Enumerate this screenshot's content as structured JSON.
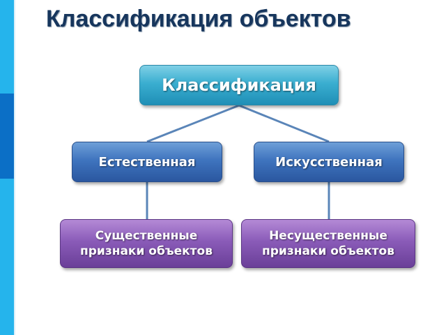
{
  "slide": {
    "title": "Классификация объектов"
  },
  "diagram": {
    "root": {
      "label": "Классификация"
    },
    "branches": [
      {
        "label": "Естественная",
        "child": {
          "label": "Существенные\nпризнаки объектов"
        }
      },
      {
        "label": "Искусственная",
        "child": {
          "label": "Несущественные\nпризнаки объектов"
        }
      }
    ]
  },
  "colors": {
    "title": "#17365d",
    "sidebar_light": "#25b4ec",
    "sidebar_dark": "#0b6fc6",
    "root_node": "#3aaed0",
    "branch_node": "#3f74be",
    "leaf_node": "#8a5bb8",
    "connector": "#5a85b8"
  }
}
